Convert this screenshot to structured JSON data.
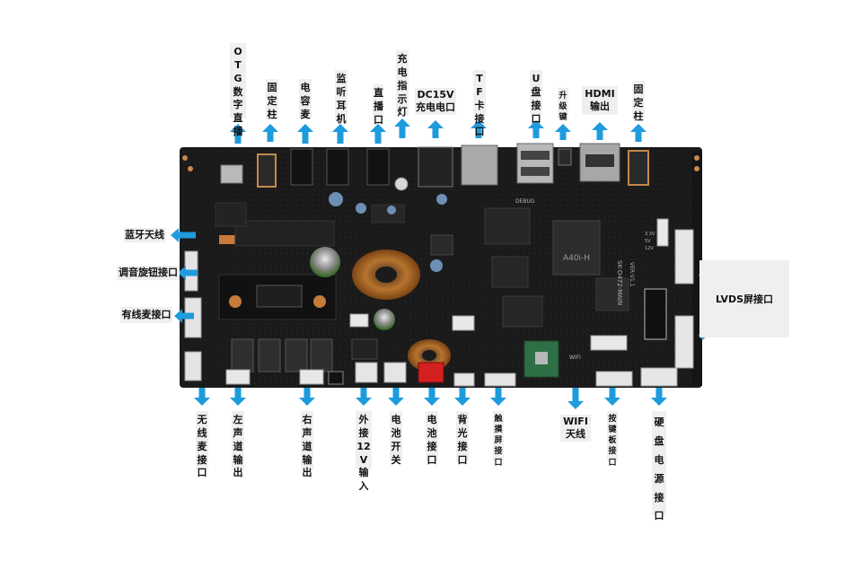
{
  "top_labels": {
    "otg": "OTG数字直播",
    "fixed_post_left": "固定柱",
    "condenser_mic": "电容麦",
    "monitor_earphone": "监听耳机",
    "live_port": "直播口",
    "charge_indicator": "充电指示灯",
    "dc15v": "DC15V",
    "dc15v_sub": "充电电口",
    "tf_card": "TF卡接口",
    "u_disk": "U盘接口",
    "upgrade_key": "升级键",
    "hdmi": "HDMI",
    "hdmi_sub": "输出",
    "fixed_post_right": "固定柱"
  },
  "left_labels": {
    "bluetooth_antenna": "蓝牙天线",
    "volume_knob": "调音旋钮接口",
    "wired_mic": "有线麦接口"
  },
  "right_labels": {
    "lvds": "LVDS屏接口"
  },
  "bottom_labels": {
    "wireless_mic": "无线麦接口",
    "left_channel": "左声道输出",
    "right_channel": "右声道输出",
    "ext_12v": "外接12V输入",
    "battery_switch": "电池开关",
    "battery_port": "电池接口",
    "backlight": "背光接口",
    "touch_screen": "触摸屏接口",
    "wifi": "WIFI",
    "wifi_sub": "天线",
    "keypad": "按键板接口",
    "hdd_power": "硬盘电源接口"
  },
  "board_silkscreen": {
    "chip": "A40i-H",
    "model": "SK-D472-MAIN",
    "version": "VER:V1.1",
    "debug": "DEBUG",
    "wifi": "WIFI",
    "lcd_voltage": "3.3V",
    "lcd_voltage_2": "5V",
    "lcd_voltage_3": "12V"
  },
  "colors": {
    "arrow": "#1e9bdc",
    "board": "#1b1b1b",
    "label_bg": "#efefef"
  }
}
